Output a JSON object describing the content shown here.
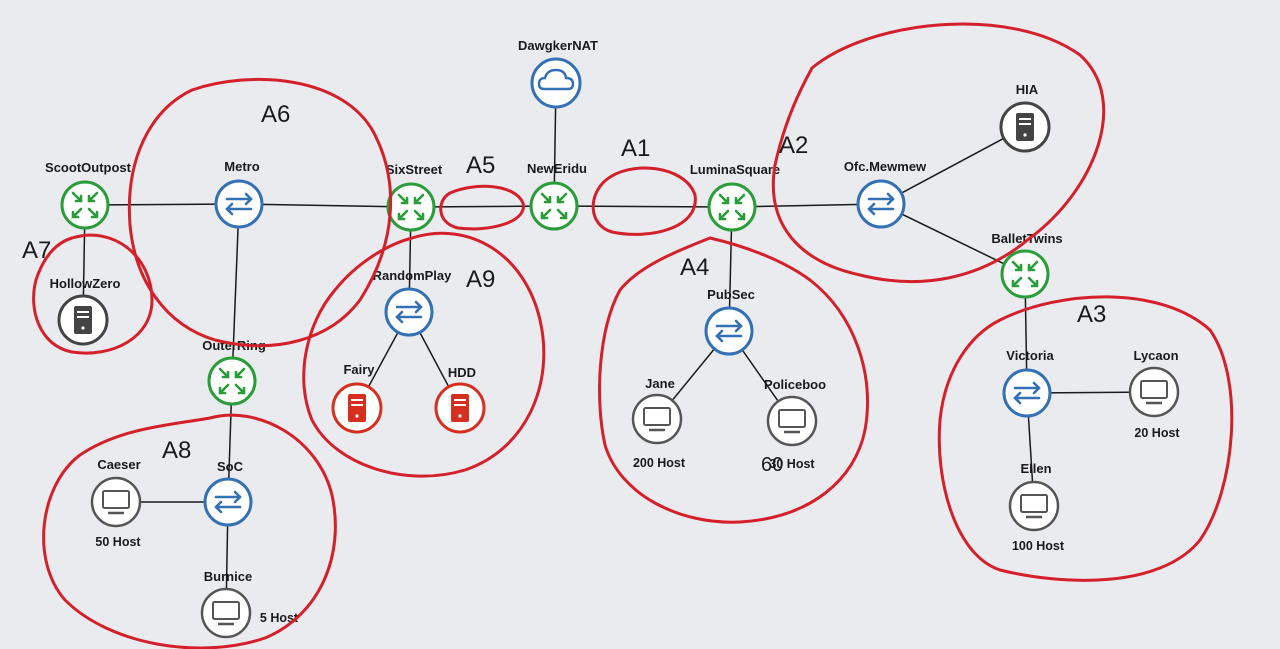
{
  "colors": {
    "background": "#e9ebef",
    "router_green": "#2a9d3a",
    "switch_blue": "#3470b4",
    "cloud_blue": "#3470b4",
    "server_dark": "#444444",
    "server_red": "#d62e1f",
    "annotation_red": "#d4202b"
  },
  "nodes": {
    "dawgkernat": {
      "label": "DawgkerNAT",
      "type": "cloud-icon"
    },
    "neweridu": {
      "label": "NewEridu",
      "type": "router-icon"
    },
    "luminasquare": {
      "label": "LuminaSquare",
      "type": "router-icon"
    },
    "sixstreet": {
      "label": "SixStreet",
      "type": "router-icon"
    },
    "scootoutpost": {
      "label": "ScootOutpost",
      "type": "router-icon"
    },
    "metro": {
      "label": "Metro",
      "type": "switch-icon"
    },
    "hollowzero": {
      "label": "HollowZero",
      "type": "server-icon"
    },
    "outerring": {
      "label": "OuterRing",
      "type": "router-icon"
    },
    "soc": {
      "label": "SoC",
      "type": "switch-icon"
    },
    "caeser": {
      "label": "Caeser",
      "type": "pc-icon",
      "hosts": "50 Host"
    },
    "burnice": {
      "label": "Burnice",
      "type": "pc-icon",
      "hosts": "5 Host"
    },
    "randomplay": {
      "label": "RandomPlay",
      "type": "switch-icon"
    },
    "fairy": {
      "label": "Fairy",
      "type": "server-icon"
    },
    "hdd": {
      "label": "HDD",
      "type": "server-icon"
    },
    "pubsec": {
      "label": "PubSec",
      "type": "switch-icon"
    },
    "jane": {
      "label": "Jane",
      "type": "pc-icon",
      "hosts": "200 Host"
    },
    "policeboo": {
      "label": "Policeboo",
      "type": "pc-icon",
      "hosts": "30 Host"
    },
    "ofcmewmew": {
      "label": "Ofc.Mewmew",
      "type": "switch-icon"
    },
    "hia": {
      "label": "HIA",
      "type": "server-icon"
    },
    "ballettwins": {
      "label": "BalletTwins",
      "type": "router-icon"
    },
    "victoria": {
      "label": "Victoria",
      "type": "switch-icon"
    },
    "lycaon": {
      "label": "Lycaon",
      "type": "pc-icon",
      "hosts": "20 Host"
    },
    "ellen": {
      "label": "Ellen",
      "type": "pc-icon",
      "hosts": "100 Host"
    }
  },
  "areas": {
    "a1": "A1",
    "a2": "A2",
    "a3": "A3",
    "a4": "A4",
    "a5": "A5",
    "a6": "A6",
    "a7": "A7",
    "a8": "A8",
    "a9": "A9"
  },
  "annotations": {
    "handwritten_60": "60"
  }
}
